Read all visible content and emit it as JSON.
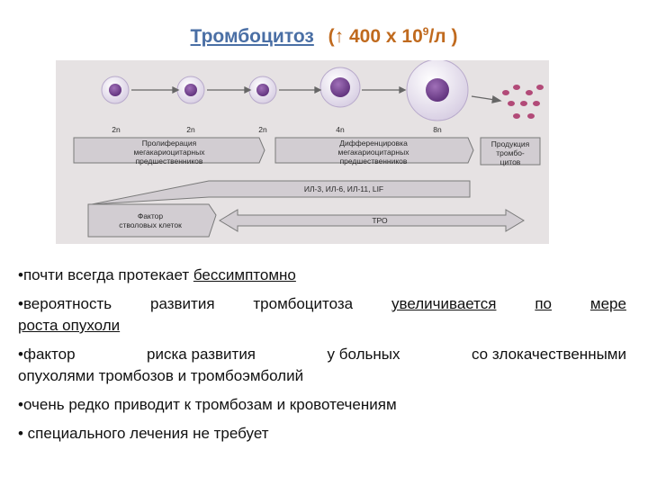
{
  "title": {
    "main": "Тромбоцитоз",
    "formula_prefix": "(↑ 400 x 10",
    "formula_exp": "9",
    "formula_suffix": "/л )"
  },
  "figure": {
    "ploidy": [
      "2n",
      "2n",
      "2n",
      "4n",
      "8n"
    ],
    "stage_labels": [
      "Пролиферация\nмегакариоцитарных\nпредшественников",
      "Дифференцировка\nмегакариоцитарных\nпредшественников",
      "Продукция\nтромбо-\nцитов"
    ],
    "cytokines": "ИЛ-3, ИЛ-6, ИЛ-11, LIF",
    "stem_factor": "Фактор\nстволовых клеток",
    "tpo": "ТРО"
  },
  "bullets": {
    "b1_text": "•почти всегда протекает ",
    "b1_underlined": "бессимптомно",
    "b2_words": [
      "•вероятность",
      "развития",
      "тромбоцитоза"
    ],
    "b2_underlined": [
      "увеличивается",
      "по",
      "мере"
    ],
    "b2_line2": "роста опухоли",
    "b3_words": [
      "•фактор",
      "риска развития",
      "у больных",
      "со злокачественными"
    ],
    "b3_line2": "опухолями тромбозов и тромбоэмболий",
    "b4": "•очень редко приводит к тромбозам и кровотечениям",
    "b5": "• специального лечения не требует"
  }
}
